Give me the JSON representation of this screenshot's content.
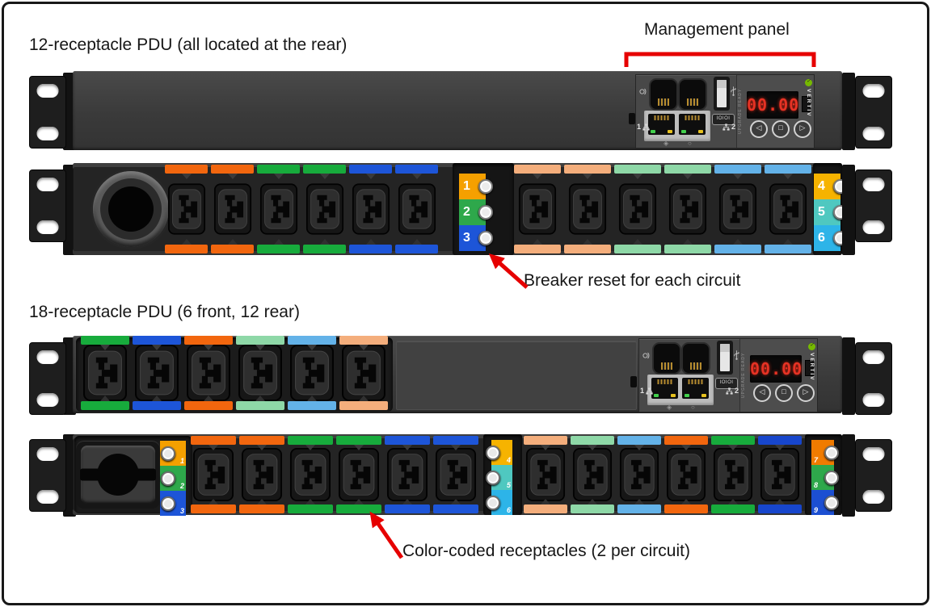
{
  "labels": {
    "pdu12": "12-receptacle PDU (all located at the rear)",
    "management": "Management panel",
    "breaker_reset": "Breaker reset for each circuit",
    "pdu18": "18-receptacle PDU (6 front, 12 rear)",
    "color_coded": "Color-coded receptacles (2 per circuit)"
  },
  "annotation_color": "#e60000",
  "circuit_colors": {
    "orange": "#f2660e",
    "green": "#17ab3c",
    "blue": "#1d55d8",
    "peach": "#f4ae7c",
    "mint": "#8ed8a7",
    "lightblue": "#63b2e8"
  },
  "management_panel": {
    "display_value": "00.00",
    "display_color": "#e63224",
    "brand": "VERTIV",
    "brand_dot_color": "#76b900",
    "upgrade_label": "UPGRADE READY",
    "serial_label": "IOIOI",
    "eth_left": "1",
    "eth_right": "2",
    "nav_buttons": [
      "◁",
      "□",
      "▷"
    ]
  },
  "pdu12_rear": {
    "breakers_left": [
      {
        "label": "1",
        "color": "#f5a000"
      },
      {
        "label": "2",
        "color": "#2ea84b"
      },
      {
        "label": "3",
        "color": "#1d55d8"
      }
    ],
    "breakers_right": [
      {
        "label": "4",
        "color": "#f6b300"
      },
      {
        "label": "5",
        "color": "#4fc8c0"
      },
      {
        "label": "6",
        "color": "#2db4e8"
      }
    ],
    "receptacles_left": [
      {
        "color": "#f2660e"
      },
      {
        "color": "#f2660e"
      },
      {
        "color": "#17ab3c"
      },
      {
        "color": "#17ab3c"
      },
      {
        "color": "#1d55d8"
      },
      {
        "color": "#1d55d8"
      }
    ],
    "receptacles_right": [
      {
        "color": "#f4ae7c"
      },
      {
        "color": "#f4ae7c"
      },
      {
        "color": "#8ed8a7"
      },
      {
        "color": "#8ed8a7"
      },
      {
        "color": "#63b2e8"
      },
      {
        "color": "#63b2e8"
      }
    ]
  },
  "pdu18_front": {
    "receptacles": [
      {
        "color": "#17ab3c"
      },
      {
        "color": "#1d55d8"
      },
      {
        "color": "#f2660e"
      },
      {
        "color": "#8ed8a7"
      },
      {
        "color": "#63b2e8"
      },
      {
        "color": "#f4ae7c"
      }
    ]
  },
  "pdu18_rear": {
    "breakers_left": [
      {
        "label": "1",
        "color": "#f5a000"
      },
      {
        "label": "2",
        "color": "#2ea84b"
      },
      {
        "label": "3",
        "color": "#1d55d8"
      }
    ],
    "breakers_mid": [
      {
        "label": "4",
        "color": "#f6b300"
      },
      {
        "label": "5",
        "color": "#4fc8c0"
      },
      {
        "label": "6",
        "color": "#2db4e8"
      }
    ],
    "breakers_right": [
      {
        "label": "7",
        "color": "#f07b00"
      },
      {
        "label": "8",
        "color": "#2ea84b"
      },
      {
        "label": "9",
        "color": "#1c4fd2"
      }
    ],
    "receptacles_left": [
      {
        "color": "#f2660e"
      },
      {
        "color": "#f2660e"
      },
      {
        "color": "#17ab3c"
      },
      {
        "color": "#17ab3c"
      },
      {
        "color": "#1d55d8"
      },
      {
        "color": "#1d55d8"
      }
    ],
    "receptacles_right": [
      {
        "color": "#f4ae7c"
      },
      {
        "color": "#8ed8a7"
      },
      {
        "color": "#63b2e8"
      },
      {
        "color": "#f2660e"
      },
      {
        "color": "#17ab3c"
      },
      {
        "color": "#1746cc"
      }
    ]
  }
}
